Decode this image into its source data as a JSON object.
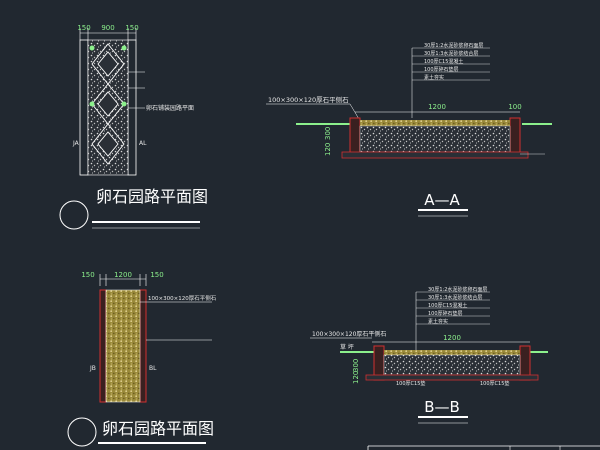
{
  "drawing": {
    "background": "#212830",
    "line_color": "#ffffff",
    "dimension_color": "#8cf08c",
    "red_accent": "#d03030",
    "yellow_fill": "#c8b040"
  },
  "plan_top": {
    "title": "卵石园路平面图",
    "dims": [
      "150",
      "900",
      "150"
    ],
    "note": "卵石铺装园路平面",
    "side_left": "JA",
    "side_right": "AL"
  },
  "plan_bottom": {
    "title": "卵石园路平面图",
    "dims": [
      "150",
      "1200",
      "150"
    ],
    "note": "100×300×120厚石平侧石",
    "side_left": "JB",
    "side_right": "BL"
  },
  "section_aa": {
    "label": "A—A",
    "curb_note": "100×300×120厚石平侧石",
    "width_dim": "1200",
    "edge_dim": "100",
    "height_dims": [
      "300",
      "120"
    ],
    "layers": [
      "30厚1:2水泥砂浆卵石面层",
      "30厚1:3水泥砂浆结合层",
      "100厚C15混凝土",
      "100厚碎石垫层",
      "素土夯实"
    ]
  },
  "section_bb": {
    "label": "B—B",
    "curb_note": "100×300×120厚石平侧石",
    "width_dim": "1200",
    "height_dims": [
      "300",
      "120"
    ],
    "bottom_notes": [
      "100厚C15垫",
      "100厚C15垫"
    ],
    "left_note": "草 坪",
    "layers": [
      "30厚1:2水泥砂浆卵石面层",
      "30厚1:3水泥砂浆结合层",
      "100厚C15混凝土",
      "100厚碎石垫层",
      "素土夯实"
    ]
  }
}
